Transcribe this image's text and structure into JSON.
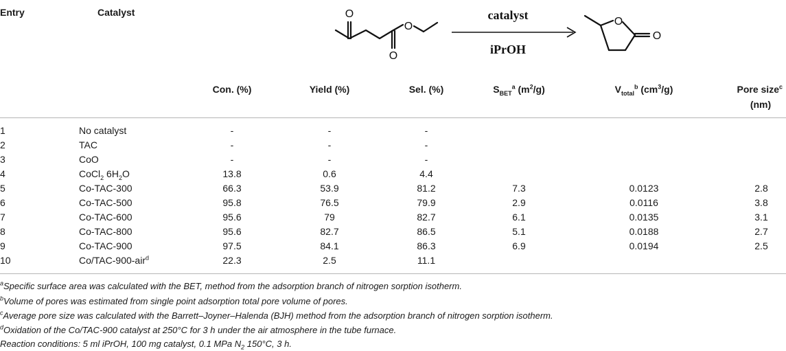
{
  "header": {
    "entry": "Entry",
    "catalyst": "Catalyst",
    "con": "Con. (%)",
    "yield": "Yield (%)",
    "sel": "Sel. (%)",
    "sbet_main": "S",
    "sbet_sub": "BET",
    "sbet_sup": "a",
    "sbet_unit": " (m",
    "sbet_unit_sup": "2",
    "sbet_unit_end": "/g)",
    "vtot_main": "V",
    "vtot_sub": "total",
    "vtot_sup": "b",
    "vtot_unit": " (cm",
    "vtot_unit_sup": "3",
    "vtot_unit_end": "/g)",
    "pore_line1": "Pore size",
    "pore_sup": "c",
    "pore_line2": "(nm)"
  },
  "scheme": {
    "arrow_top": "catalyst",
    "arrow_bottom": "iPrOH",
    "atom_o": "O"
  },
  "rows": [
    {
      "entry": "1",
      "catalyst": "No catalyst",
      "con": "-",
      "yield": "-",
      "sel": "-",
      "sbet": "",
      "vtotal": "",
      "pore": ""
    },
    {
      "entry": "2",
      "catalyst": "TAC",
      "con": "-",
      "yield": "-",
      "sel": "-",
      "sbet": "",
      "vtotal": "",
      "pore": ""
    },
    {
      "entry": "3",
      "catalyst": "CoO",
      "con": "-",
      "yield": "-",
      "sel": "-",
      "sbet": "",
      "vtotal": "",
      "pore": ""
    },
    {
      "entry": "4",
      "catalyst": "CoCl",
      "catalyst_sub": "2",
      "catalyst_tail": " 6H",
      "catalyst_sub2": "2",
      "catalyst_end": "O",
      "con": "13.8",
      "yield": "0.6",
      "sel": "4.4",
      "sbet": "",
      "vtotal": "",
      "pore": ""
    },
    {
      "entry": "5",
      "catalyst": "Co-TAC-300",
      "con": "66.3",
      "yield": "53.9",
      "sel": "81.2",
      "sbet": "7.3",
      "vtotal": "0.0123",
      "pore": "2.8"
    },
    {
      "entry": "6",
      "catalyst": "Co-TAC-500",
      "con": "95.8",
      "yield": "76.5",
      "sel": "79.9",
      "sbet": "2.9",
      "vtotal": "0.0116",
      "pore": "3.8"
    },
    {
      "entry": "7",
      "catalyst": "Co-TAC-600",
      "con": "95.6",
      "yield": "79",
      "sel": "82.7",
      "sbet": "6.1",
      "vtotal": "0.0135",
      "pore": "3.1"
    },
    {
      "entry": "8",
      "catalyst": "Co-TAC-800",
      "con": "95.6",
      "yield": "82.7",
      "sel": "86.5",
      "sbet": "5.1",
      "vtotal": "0.0188",
      "pore": "2.7"
    },
    {
      "entry": "9",
      "catalyst": "Co-TAC-900",
      "con": "97.5",
      "yield": "84.1",
      "sel": "86.3",
      "sbet": "6.9",
      "vtotal": "0.0194",
      "pore": "2.5"
    },
    {
      "entry": "10",
      "catalyst": "Co/TAC-900-air",
      "catalyst_sup": "d",
      "con": "22.3",
      "yield": "2.5",
      "sel": "11.1",
      "sbet": "",
      "vtotal": "",
      "pore": ""
    }
  ],
  "footnotes": {
    "a_mark": "a",
    "a_text": "Specific surface area was calculated with the BET, method from the adsorption branch of nitrogen sorption isotherm.",
    "b_mark": "b",
    "b_text": "Volume of pores was estimated from single point adsorption total pore volume of pores.",
    "c_mark": "c",
    "c_text": "Average pore size was calculated with the Barrett–Joyner–Halenda (BJH) method from the adsorption branch of nitrogen sorption isotherm.",
    "d_mark": "d",
    "d_text": "Oxidation of the Co/TAC-900 catalyst at 250°C for 3 h under the air atmosphere in the tube furnace.",
    "r_text1": "Reaction conditions: 5 ml iPrOH, 100 mg catalyst, 0.1 MPa N",
    "r_sub": "2",
    "r_text2": " 150°C, 3 h."
  }
}
